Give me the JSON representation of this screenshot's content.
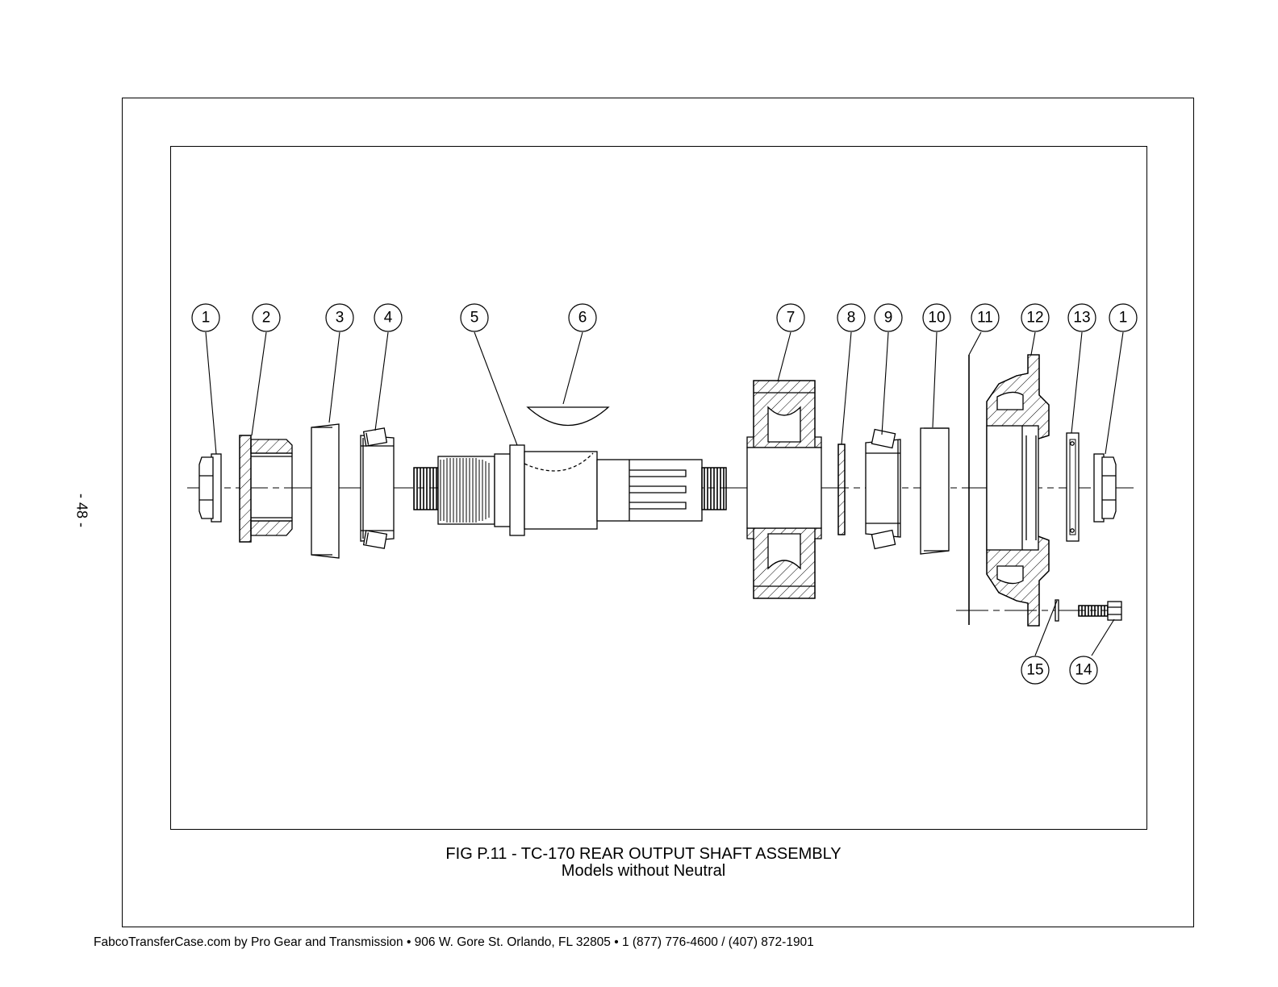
{
  "page_number": "- 48 -",
  "figure": {
    "title": "FIG P.11 - TC-170 REAR OUTPUT SHAFT ASSEMBLY",
    "subtitle": "Models without Neutral"
  },
  "footer": "FabcoTransferCase.com by Pro Gear and Transmission  • 906 W. Gore St. Orlando, FL 32805 • 1 (877) 776-4600 / (407) 872-1901",
  "callouts": [
    "1",
    "2",
    "3",
    "4",
    "5",
    "6",
    "7",
    "8",
    "9",
    "10",
    "11",
    "12",
    "13",
    "1",
    "15",
    "14"
  ],
  "colors": {
    "line": "#000000",
    "background": "#ffffff"
  }
}
